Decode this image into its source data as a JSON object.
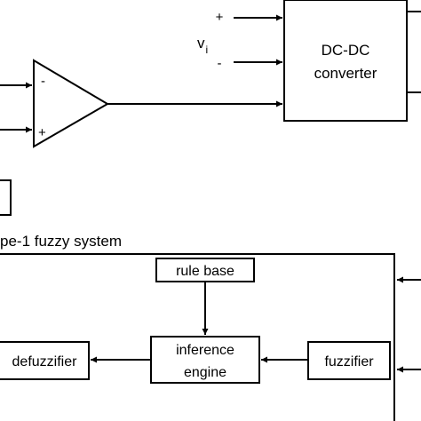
{
  "converter": {
    "line1": "DC-DC",
    "line2": "converter"
  },
  "input_voltage": {
    "symbol": "v",
    "subscript": "i",
    "plus": "+",
    "minus": "-"
  },
  "op_amp": {
    "minus": "-",
    "plus": "+"
  },
  "fuzzy_system": {
    "title": "pe-1 fuzzy system",
    "rule_base": "rule base",
    "inference_line1": "inference",
    "inference_line2": "engine",
    "fuzzifier": "fuzzifier",
    "defuzzifier": "defuzzifier"
  },
  "colors": {
    "stroke": "#000000",
    "background": "#ffffff"
  }
}
